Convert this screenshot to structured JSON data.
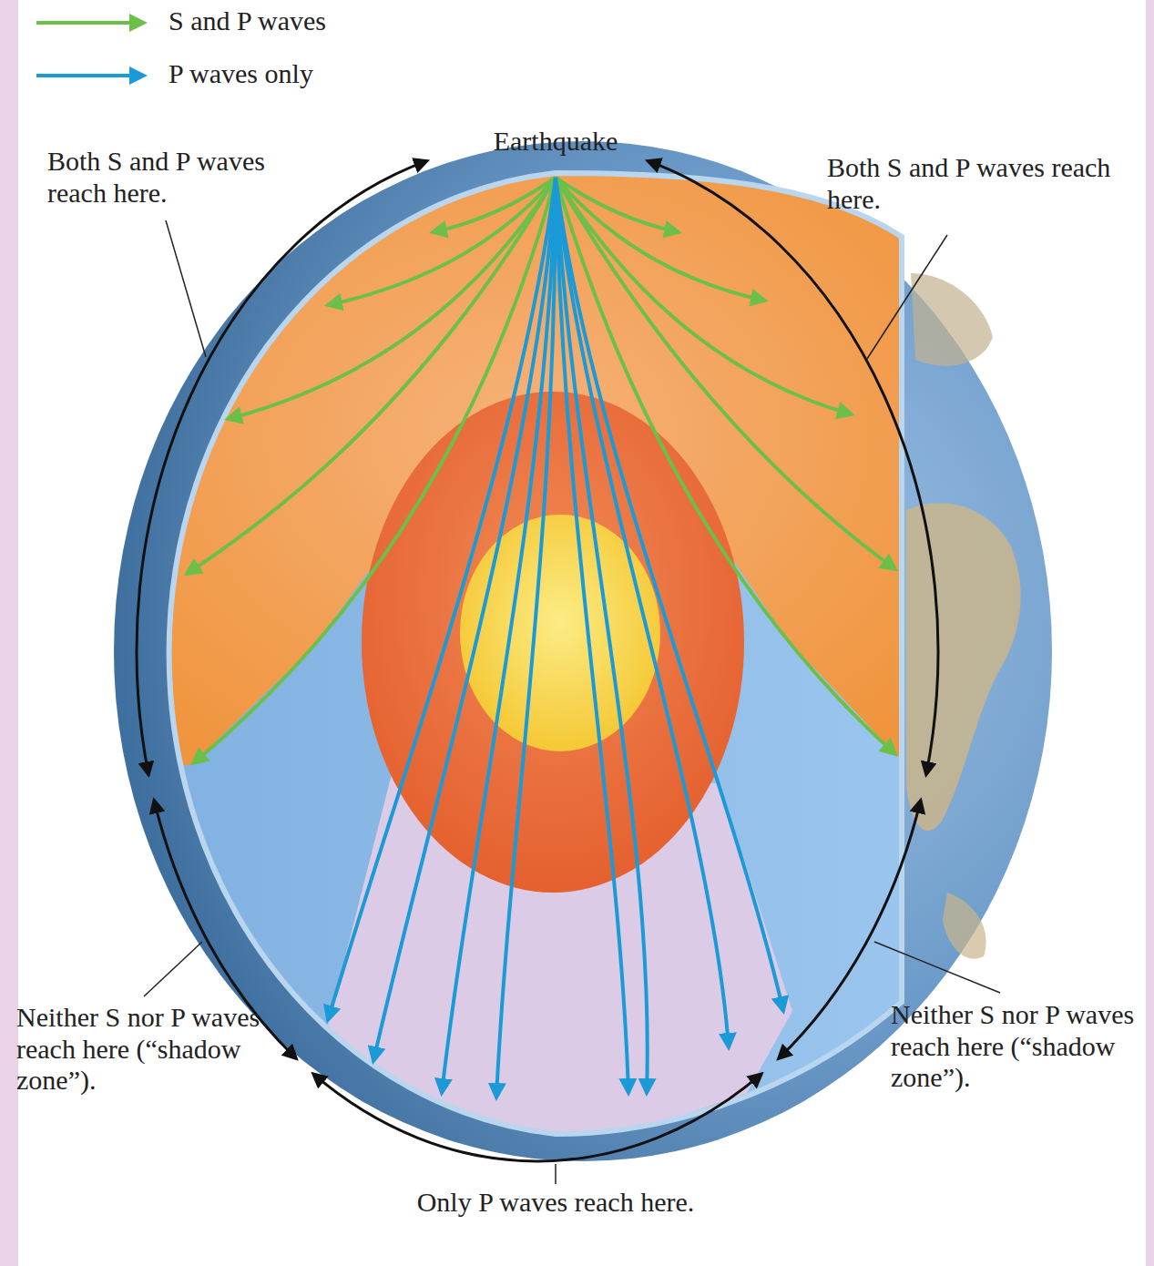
{
  "diagram": {
    "labels": [
      "Earthquake",
      "Both S and P waves reach here.",
      "Both S and P waves reach here.",
      "Neither S nor P waves reach here (“shadow zone”).",
      "Neither S nor P waves reach here (“shadow zone”).",
      "Only P waves reach here."
    ],
    "legend": [
      {
        "text": "S and P waves"
      },
      {
        "text": "P waves only"
      }
    ]
  }
}
